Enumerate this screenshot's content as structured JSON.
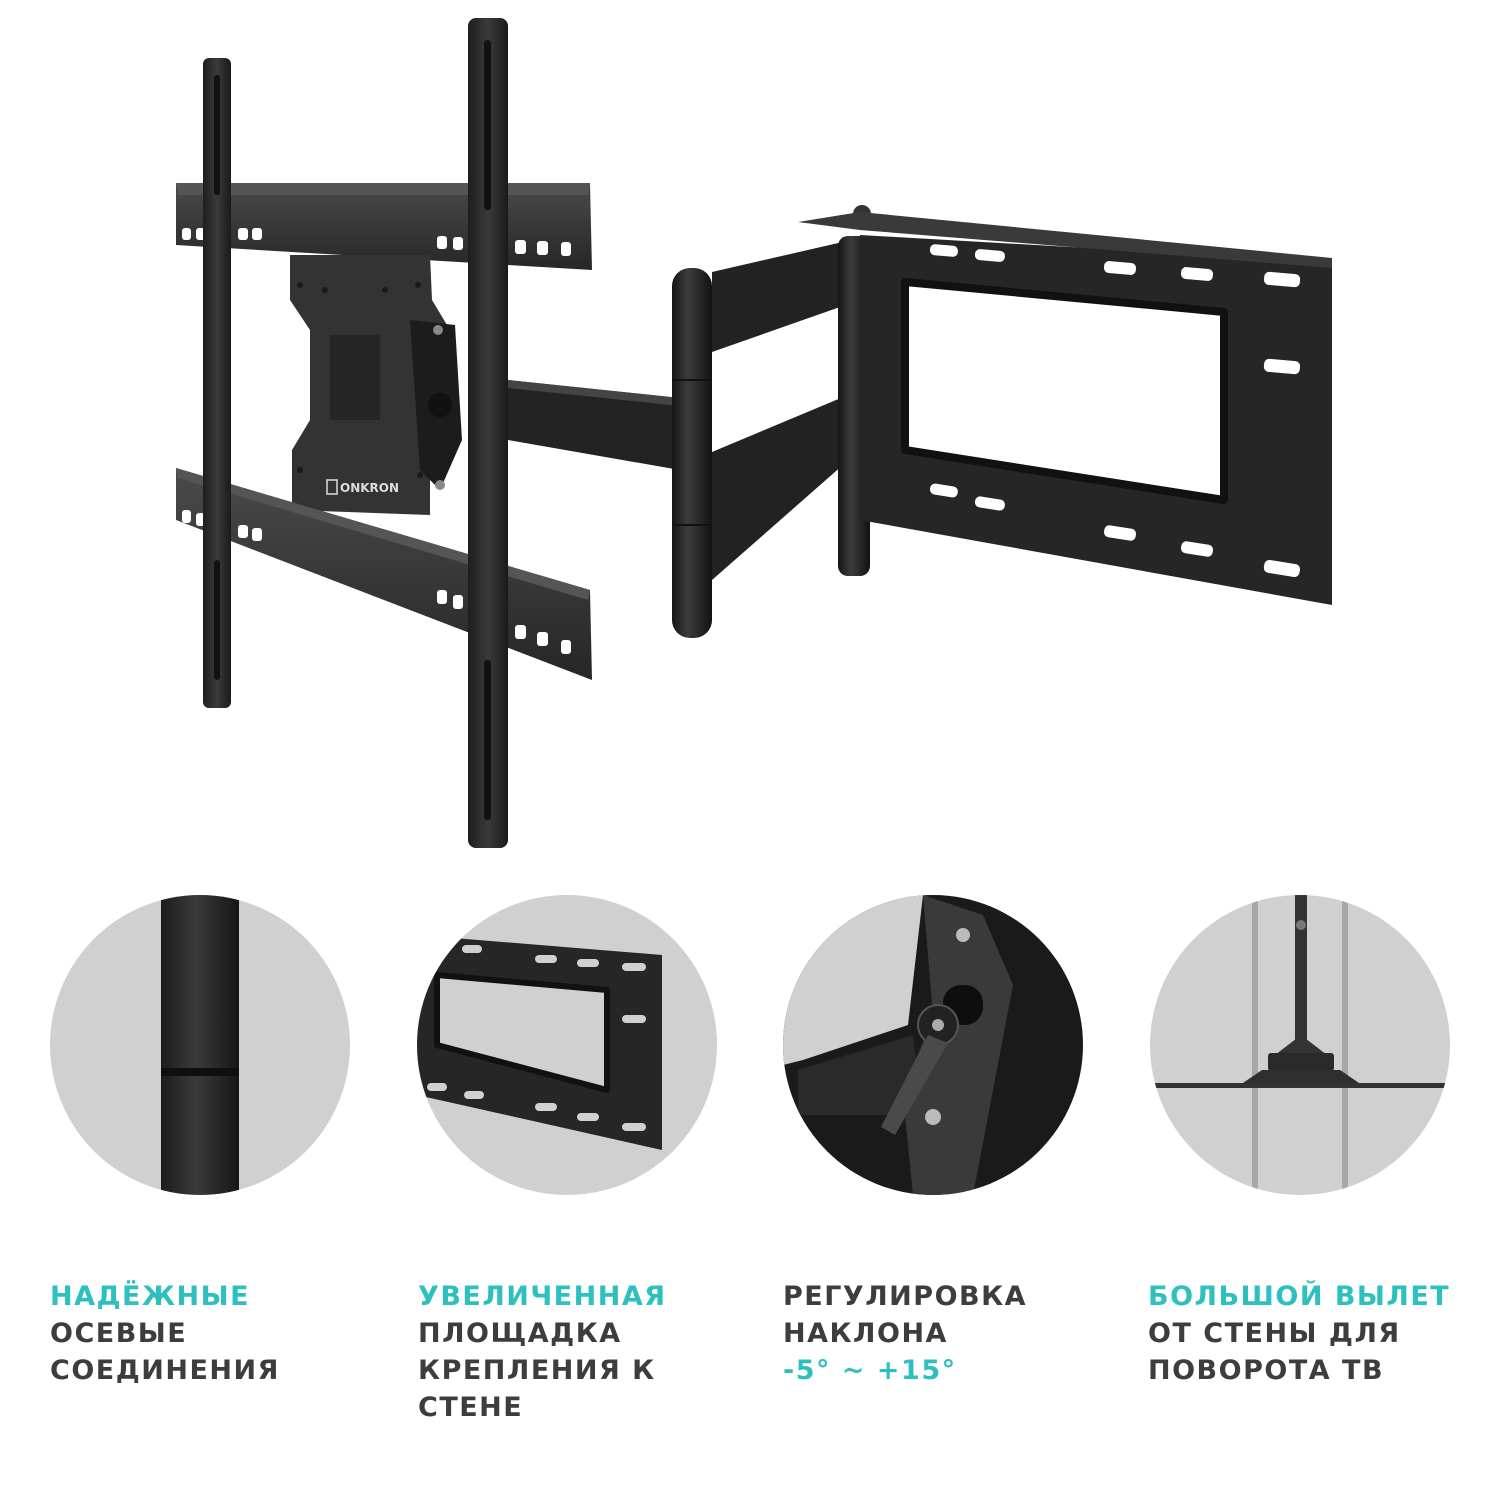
{
  "product": {
    "brand": "ONKRON",
    "description": "Full-motion TV wall mount with articulating arm",
    "colors": {
      "accent": "#2ebfbf",
      "text": "#3d3d3d",
      "circle_bg": "#d0d0d0",
      "metal": "#2b2b2b"
    }
  },
  "features": [
    {
      "icon": "hinge-joint-closeup",
      "accent": "НАДЁЖНЫЕ",
      "lines": [
        "ОСЕВЫЕ",
        "СОЕДИНЕНИЯ"
      ],
      "accent_position": "top"
    },
    {
      "icon": "wall-plate-closeup",
      "accent": "УВЕЛИЧЕННАЯ",
      "lines": [
        "ПЛОЩАДКА",
        "КРЕПЛЕНИЯ К",
        "СТЕНЕ"
      ],
      "accent_position": "top"
    },
    {
      "icon": "tilt-lever-closeup",
      "accent": "-5° ~ +15°",
      "lines": [
        "РЕГУЛИРОВКА",
        "НАКЛОНА"
      ],
      "accent_position": "bottom"
    },
    {
      "icon": "top-view-extension",
      "accent": "БОЛЬШОЙ ВЫЛЕТ",
      "lines": [
        "ОТ СТЕНЫ ДЛЯ",
        "ПОВОРОТА ТВ"
      ],
      "accent_position": "top"
    }
  ]
}
